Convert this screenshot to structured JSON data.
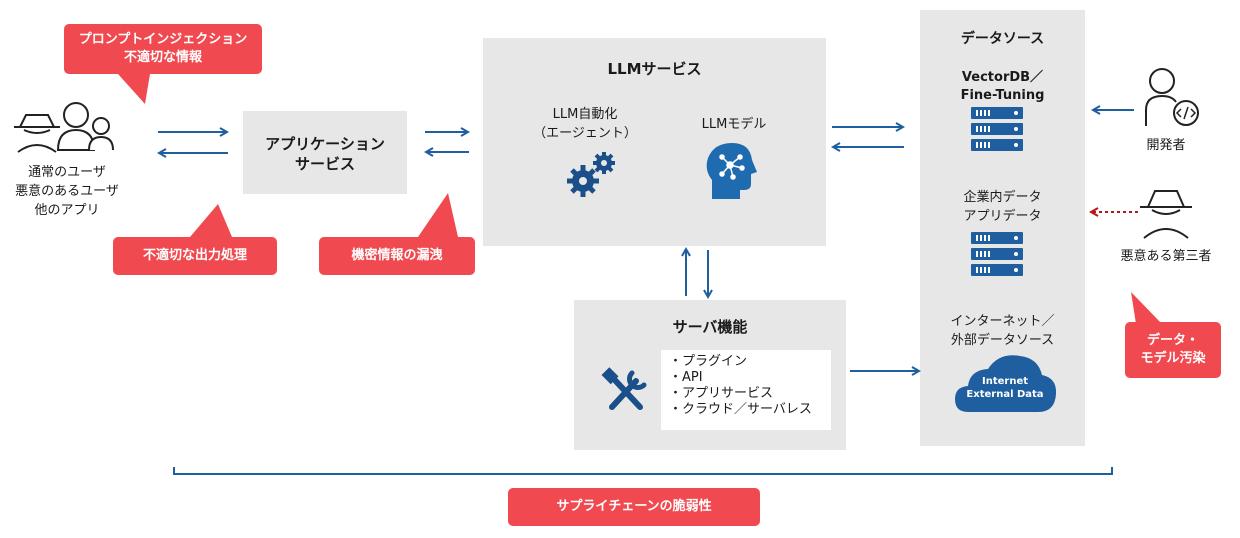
{
  "users": {
    "labels": [
      "通常のユーザ",
      "悪意のあるユーザ",
      "他のアプリ"
    ]
  },
  "callouts": {
    "prompt_injection": [
      "プロンプトインジェクション",
      "不適切な情報"
    ],
    "improper_output": "不適切な出力処理",
    "info_leak": "機密情報の漏洩",
    "data_poisoning": [
      "データ・",
      "モデル汚染"
    ],
    "supply_chain": "サプライチェーンの脆弱性"
  },
  "app_service": {
    "title": [
      "アプリケーション",
      "サービス"
    ]
  },
  "llm_service": {
    "title": "LLMサービス",
    "agent_label": [
      "LLM自動化",
      "（エージェント）"
    ],
    "model_label": "LLMモデル"
  },
  "server": {
    "title": "サーバ機能",
    "features": [
      "・プラグイン",
      "・API",
      "・アプリサービス",
      "・クラウド／サーバレス"
    ]
  },
  "data_sources": {
    "title": "データソース",
    "vector_db": [
      "VectorDB／",
      "Fine-Tuning"
    ],
    "internal": [
      "企業内データ",
      "アプリデータ"
    ],
    "internet": [
      "インターネット／",
      "外部データソース"
    ],
    "cloud_text": [
      "Internet",
      "External Data"
    ]
  },
  "developer": {
    "label": "開発者"
  },
  "attacker": {
    "label": "悪意ある第三者"
  },
  "colors": {
    "arrow": "#1f5fa0",
    "icon_navy": "#1b4f8a",
    "icon_blue": "#1f6bb0",
    "callout": "#f04a50",
    "box_bg": "#e7e7e7",
    "danger_dotted": "#c0121a"
  }
}
